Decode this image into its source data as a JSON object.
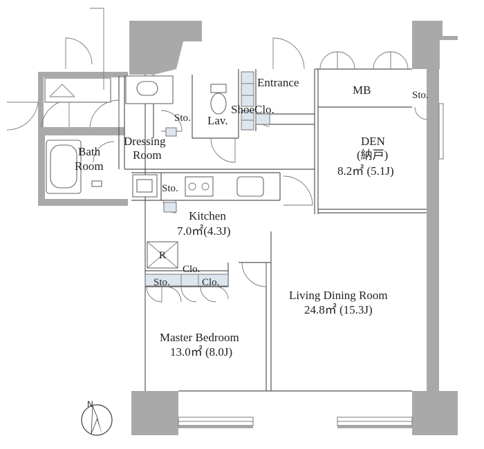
{
  "rooms": {
    "entrance": "Entrance",
    "mb": "MB",
    "sto_mb": "Sto.",
    "shoe_clo": "ShoeClo.",
    "lav": "Lav.",
    "sto_dress": "Sto.",
    "dressing_1": "Dressing",
    "dressing_2": "Room",
    "bath_1": "Bath",
    "bath_2": "Room",
    "den_1": "DEN",
    "den_2": "(納戸)",
    "den_3": "8.2㎡ (5.1J)",
    "sto_kitchen": "Sto.",
    "kitchen_1": "Kitchen",
    "kitchen_2": "7.0㎡(4.3J)",
    "refrig": "R",
    "clo_1": "Clo.",
    "sto_bed": "Sto.",
    "clo_2": "Clo.",
    "living_1": "Living Dining Room",
    "living_2": "24.8㎡ (15.3J)",
    "master_1": "Master Bedroom",
    "master_2": "13.0㎡ (8.0J)"
  },
  "compass": {
    "label": "N"
  },
  "colors": {
    "wall": "#a9a9a9",
    "closet": "#dde6ee"
  }
}
